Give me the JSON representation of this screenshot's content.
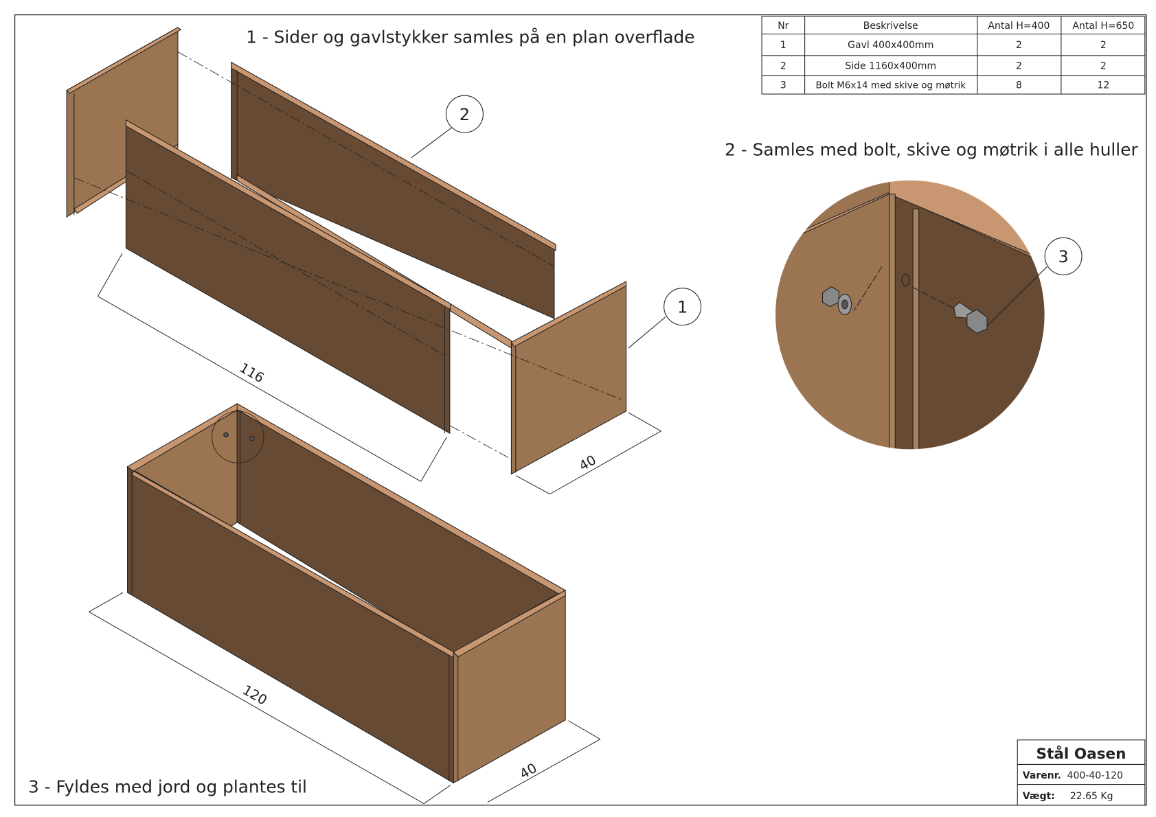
{
  "steps": {
    "step1": "1 - Sider og gavlstykker samles på en plan overflade",
    "step2": "2 - Samles med bolt, skive og møtrik i alle huller",
    "step3": "3 - Fyldes med jord og plantes til"
  },
  "parts_table": {
    "headers": [
      "Nr",
      "Beskrivelse",
      "Antal H=400",
      "Antal H=650"
    ],
    "rows": [
      [
        "1",
        "Gavl 400x400mm",
        "2",
        "2"
      ],
      [
        "2",
        "Side 1160x400mm",
        "2",
        "2"
      ],
      [
        "3",
        "Bolt M6x14 med skive og møtrik",
        "8",
        "12"
      ]
    ]
  },
  "title_block": {
    "company": "Stål Oasen",
    "item_no_label": "Varenr.",
    "item_no": "400-40-120",
    "weight_label": "Vægt:",
    "weight": "22.65 Kg"
  },
  "callouts": {
    "gable": "1",
    "side": "2",
    "bolt": "3"
  },
  "dimensions": {
    "exploded_length": "116",
    "exploded_width": "40",
    "assembled_length": "120",
    "assembled_width": "40"
  },
  "colors": {
    "panel_dark": "#664a33",
    "panel_light": "#9b7552",
    "edge": "#c89670",
    "line": "#222222"
  }
}
